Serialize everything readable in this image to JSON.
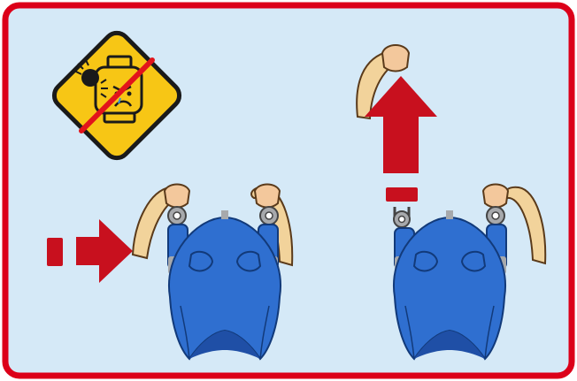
{
  "panel": {
    "background_color": "#d5e9f7",
    "border_color": "#dc0019"
  },
  "warning_sign": {
    "icon": "warning-no-throwing-at-head-icon",
    "fill_color": "#f7c615",
    "stroke_color": "#1a1a1a",
    "slash_color": "#e2141b"
  },
  "steps": [
    {
      "name": "attach-ears",
      "arrow_direction": "right",
      "arrow_color": "#c8101e"
    },
    {
      "name": "remove-ear",
      "arrow_direction": "up",
      "arrow_color": "#c8101e"
    }
  ],
  "parts": {
    "hood_color": "#2f6fd0",
    "hood_shade_color": "#1f4fa6",
    "ear_color": "#f2d39b",
    "clip_color": "#a7a9ac",
    "stud_color": "#f3c89c"
  }
}
